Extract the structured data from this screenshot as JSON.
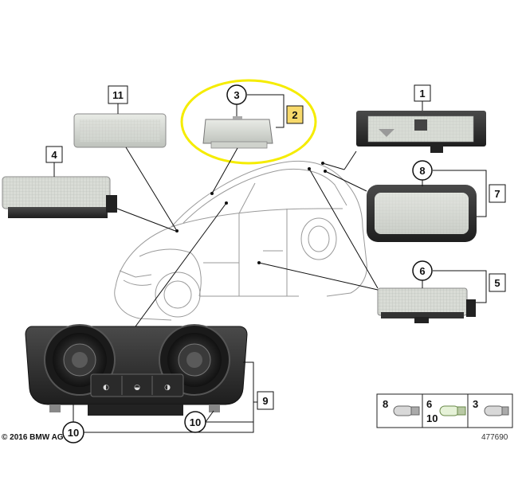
{
  "callouts": {
    "c1": "1",
    "c2": "2",
    "c3": "3",
    "c4": "4",
    "c5": "5",
    "c6": "6",
    "c7": "7",
    "c8": "8",
    "c9": "9",
    "c10a": "10",
    "c10b": "10",
    "c11": "11"
  },
  "bulbs": {
    "b8": "8",
    "b6": "6",
    "b10": "10",
    "b3": "3"
  },
  "footer": {
    "copyright": "© 2016 BMW AG",
    "diagram_number": "477690"
  },
  "colors": {
    "highlight_ring": "#f5ec00",
    "highlight_box": "#f7d96b"
  }
}
